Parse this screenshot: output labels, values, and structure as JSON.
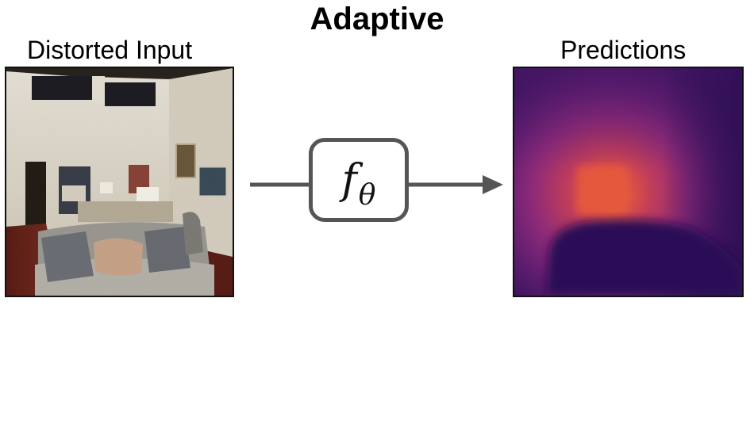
{
  "title": "Adaptive",
  "input_panel": {
    "label": "Distorted Input"
  },
  "output_panel": {
    "label": "Predictions"
  },
  "function_block": {
    "symbol": "f",
    "subscript": "θ"
  },
  "colors": {
    "arrow": "#555555",
    "prediction_low": "#3a1566",
    "prediction_mid": "#8a2a7a",
    "prediction_high": "#e0543e"
  }
}
